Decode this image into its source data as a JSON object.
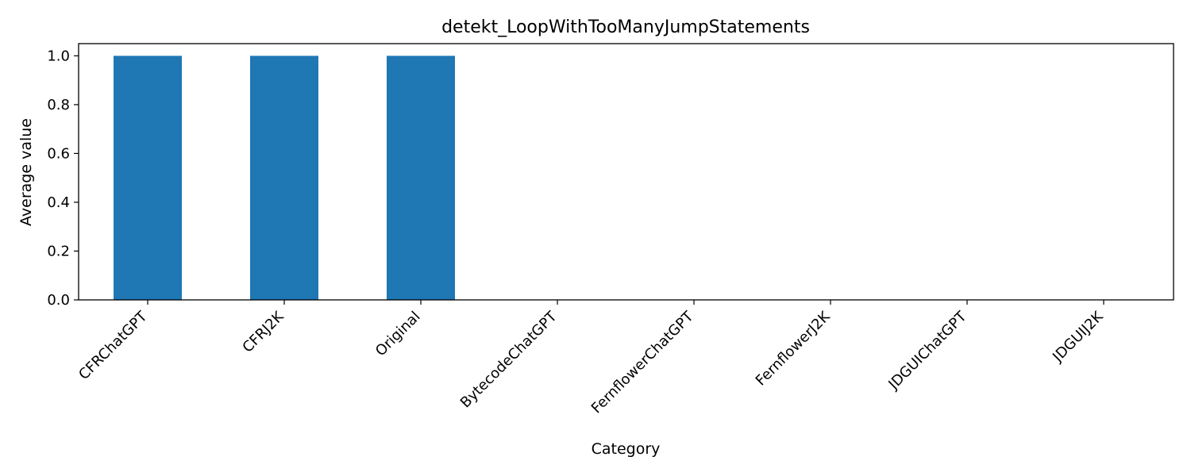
{
  "chart_data": {
    "type": "bar",
    "title": "detekt_LoopWithTooManyJumpStatements",
    "xlabel": "Category",
    "ylabel": "Average value",
    "categories": [
      "CFRChatGPT",
      "CFRJ2K",
      "Original",
      "BytecodeChatGPT",
      "FernflowerChatGPT",
      "FernflowerJ2K",
      "JDGUIChatGPT",
      "JDGUIJ2K"
    ],
    "values": [
      1.0,
      1.0,
      1.0,
      0.0,
      0.0,
      0.0,
      0.0,
      0.0
    ],
    "ylim": [
      0,
      1.05
    ],
    "yticks": [
      "0.0",
      "0.2",
      "0.4",
      "0.6",
      "0.8",
      "1.0"
    ],
    "grid": false,
    "bar_color": "#1f77b4"
  }
}
